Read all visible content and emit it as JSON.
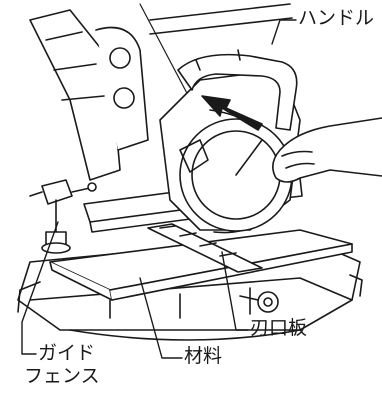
{
  "figure": {
    "labels": {
      "handle": "ハンドル",
      "blade_plate": "刃口板",
      "material": "材料",
      "guide_fence_line1": "ガイド",
      "guide_fence_line2": "フェンス"
    }
  }
}
